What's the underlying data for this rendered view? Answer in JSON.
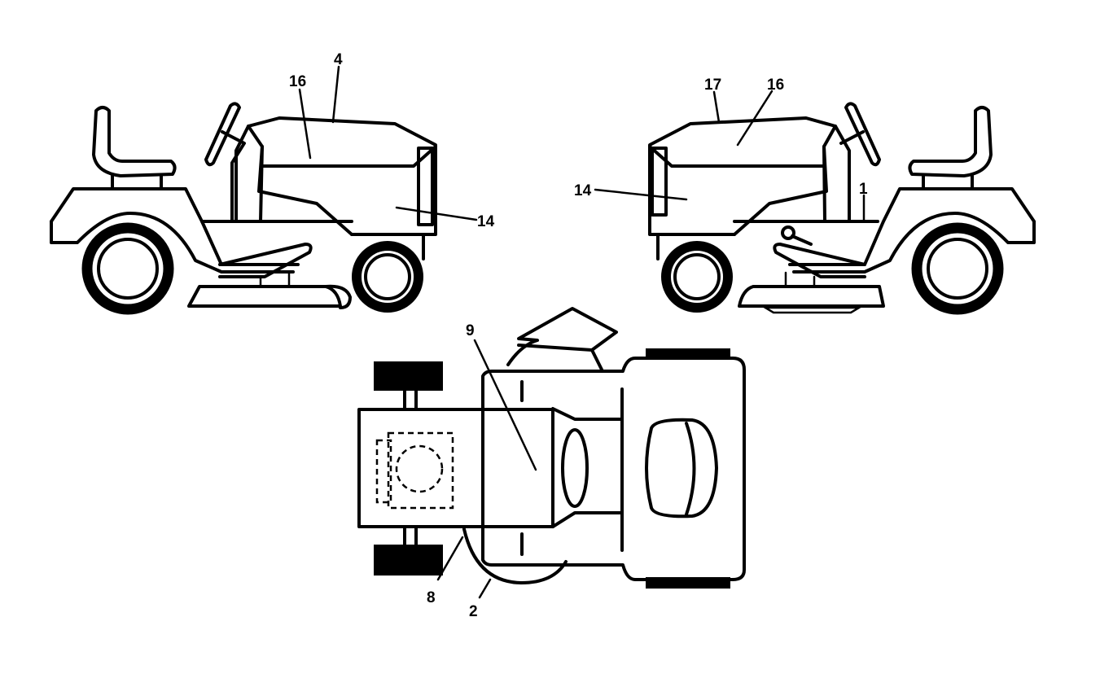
{
  "callouts": {
    "left_4": "4",
    "left_16": "16",
    "left_14": "14",
    "right_17": "17",
    "right_16": "16",
    "right_14": "14",
    "right_1": "1",
    "top_9": "9",
    "top_8": "8",
    "top_2": "2"
  }
}
